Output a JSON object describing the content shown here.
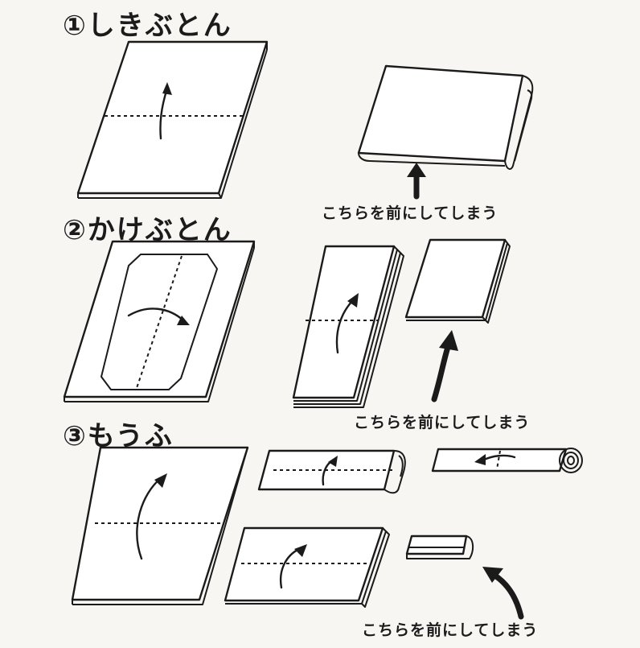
{
  "sections": [
    {
      "title": "①しきぶとん",
      "caption": "こちらを前にしてしまう"
    },
    {
      "title": "②かけぶとん",
      "caption": "こちらを前にしてしまう"
    },
    {
      "title": "③もうふ",
      "caption": "こちらを前にしてしまう"
    }
  ]
}
